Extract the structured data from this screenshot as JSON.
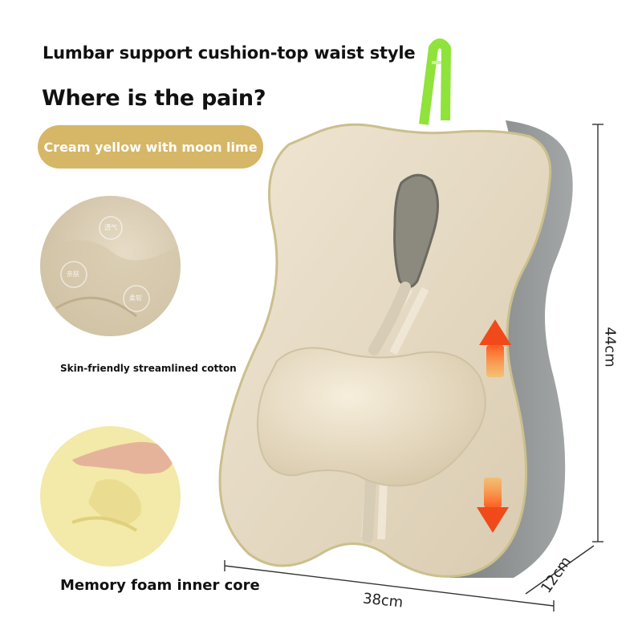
{
  "header": {
    "product_line": "Lumbar support cushion-top waist style",
    "question": "Where is the pain?"
  },
  "color_option": {
    "label": "Cream yellow with moon lime"
  },
  "features": [
    {
      "caption": "Skin-friendly streamlined cotton",
      "icon": "fabric-texture-icon"
    },
    {
      "caption": "Memory foam inner core",
      "icon": "memory-foam-hand-icon"
    }
  ],
  "fabric_badges": [
    "透气",
    "亲肤",
    "柔软"
  ],
  "dimensions": {
    "height": "44cm",
    "width": "38cm",
    "depth": "12cm"
  },
  "colors": {
    "pill_bg": "#d6b667",
    "cushion_front": "#e8dcc7",
    "cushion_side": "#8f9394",
    "handle": "#8fe33a",
    "arrow": "#f04a1a",
    "foam": "#f3e9a8"
  }
}
